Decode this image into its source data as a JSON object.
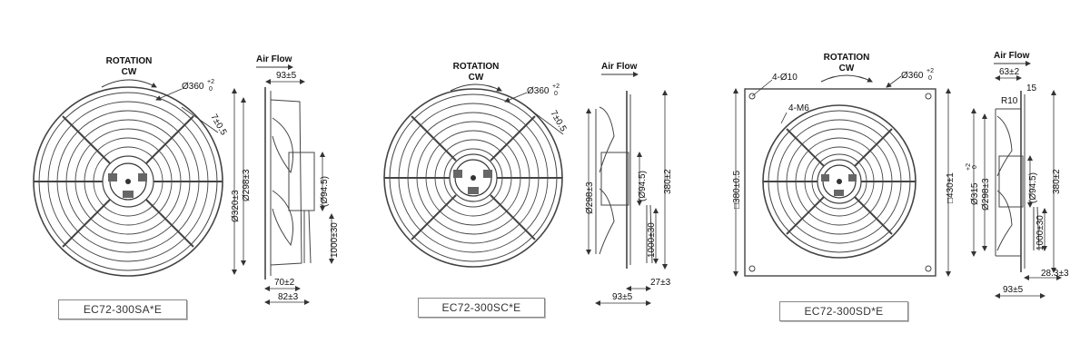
{
  "colors": {
    "line": "#333333",
    "background": "#ffffff",
    "label_border": "#888888"
  },
  "models": [
    {
      "model": "EC72-300SA*E",
      "rotation": "ROTATION",
      "direction": "CW",
      "air_flow": "Air Flow",
      "dims": {
        "outer_dia": "Ø360",
        "tol_plus": "+2",
        "tol_zero": "0",
        "offset": "7±0.5",
        "guard_dia": "Ø320±3",
        "ring_dia": "Ø298±3",
        "hub_dia": "(Ø94.5)",
        "cable": "1000±30",
        "depth_top": "93±5",
        "depth_a": "70±2",
        "depth_b": "82±3"
      }
    },
    {
      "model": "EC72-300SC*E",
      "rotation": "ROTATION",
      "direction": "CW",
      "air_flow": "Air Flow",
      "dims": {
        "outer_dia": "Ø360",
        "tol_plus": "+2",
        "tol_zero": "0",
        "offset": "7±0.5",
        "ring_dia": "Ø298±3",
        "hub_dia": "(Ø94.5)",
        "height": "380±2",
        "cable": "1000±30",
        "depth_a": "27±3",
        "depth_b": "93±5"
      }
    },
    {
      "model": "EC72-300SD*E",
      "rotation": "ROTATION",
      "direction": "CW",
      "air_flow": "Air Flow",
      "dims": {
        "holes": "4-Ø10",
        "screws": "4-M6",
        "outer_dia": "Ø360",
        "tol_plus": "+2",
        "tol_zero": "0",
        "square_outer": "□380±0.5",
        "square_inner": "□430±1",
        "top_dim": "63±2",
        "radius": "R10",
        "flange": "15",
        "guard_dia": "Ø315",
        "ring_dia": "Ø298±3",
        "hub_dia": "(Ø94.5)",
        "height": "380±2",
        "cable": "1000±30",
        "depth_a": "28.3±3",
        "depth_b": "93±5"
      }
    }
  ]
}
